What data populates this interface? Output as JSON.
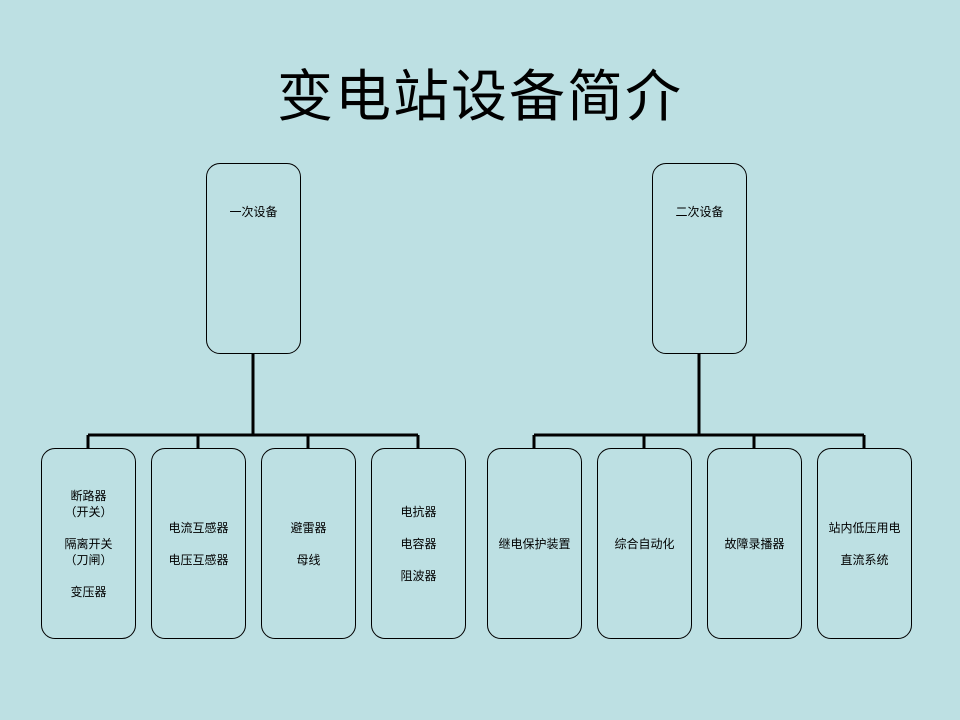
{
  "title": "变电站设备简介",
  "groups": [
    {
      "label": "一次设备",
      "children": [
        "断路器\n（开关）\n\n隔离开关\n（刀闸）\n\n变压器",
        "电流互感器\n\n电压互感器",
        "避雷器\n\n母线",
        "电抗器\n\n电容器\n\n阻波器"
      ]
    },
    {
      "label": "二次设备",
      "children": [
        "继电保护装置",
        "综合自动化",
        "故障录播器",
        "站内低压用电\n\n直流系统"
      ]
    }
  ]
}
